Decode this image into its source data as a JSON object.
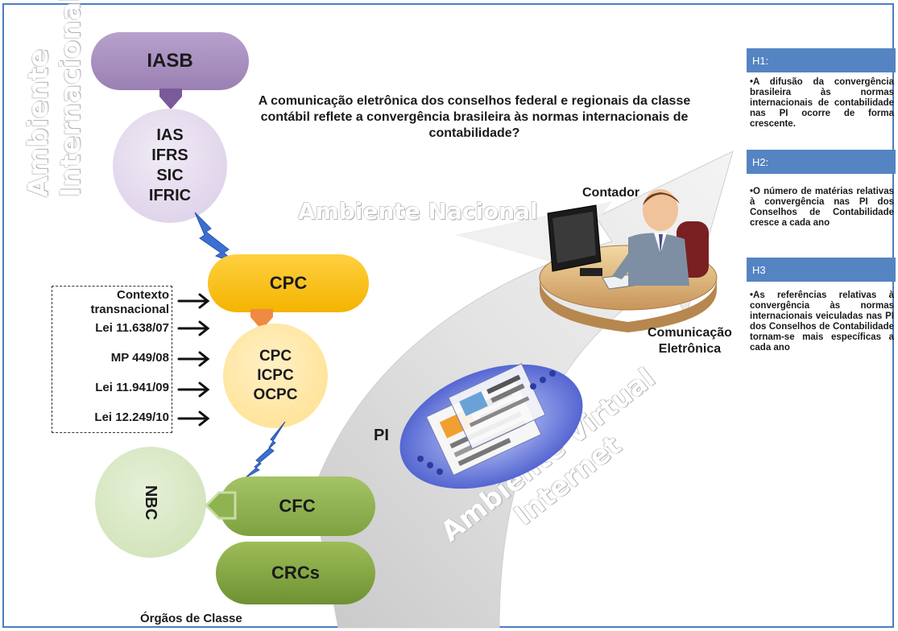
{
  "question": "A comunicação eletrônica dos conselhos federal e regionais da classe contábil reflete a convergência brasileira às normas internacionais de contabilidade?",
  "environments": {
    "internacional_line1": "Ambiente",
    "internacional_line2": "Internacional",
    "nacional": "Ambiente Nacional",
    "virtual_line1": "Ambiente Virtual",
    "virtual_line2": "Internet"
  },
  "iasb": "IASB",
  "ias_circle": [
    "IAS",
    "IFRS",
    "SIC",
    "IFRIC"
  ],
  "cpc": "CPC",
  "cpc_circle": [
    "CPC",
    "ICPC",
    "OCPC"
  ],
  "context_box": [
    "Contexto transnacional",
    "Lei 11.638/07",
    "MP 449/08",
    "Lei 11.941/09",
    "Lei 12.249/10"
  ],
  "nbc": "NBC",
  "cfc": "CFC",
  "crcs": "CRCs",
  "orgaos": "Órgãos de Classe",
  "pi": "PI",
  "contador": "Contador",
  "comunicacao_line1": "Comunicação",
  "comunicacao_line2": "Eletrônica",
  "hypotheses": [
    {
      "title": "H1:",
      "text": "•A difusão da convergência brasileira às normas internacionais de contabilidade nas PI ocorre de forma crescente."
    },
    {
      "title": "H2:",
      "text": "•O número de matérias relativas à convergência nas PI dos Conselhos de Contabilidade cresce a cada ano"
    },
    {
      "title": "H3",
      "text": "•As referências relativas à convergência às normas internacionais veiculadas nas PI dos Conselhos de Contabilidade tornam-se mais específicas a cada ano"
    }
  ],
  "colors": {
    "iasb": "#a98fc0",
    "ias_circle": "#e6dcef",
    "cpc": "#ffc000",
    "cpc_circle": "#ffe399",
    "nbc_circle": "#d9e8c4",
    "cfc": "#8fb350",
    "frame": "#4a7ebf",
    "hyp_header": "#5584c3"
  }
}
